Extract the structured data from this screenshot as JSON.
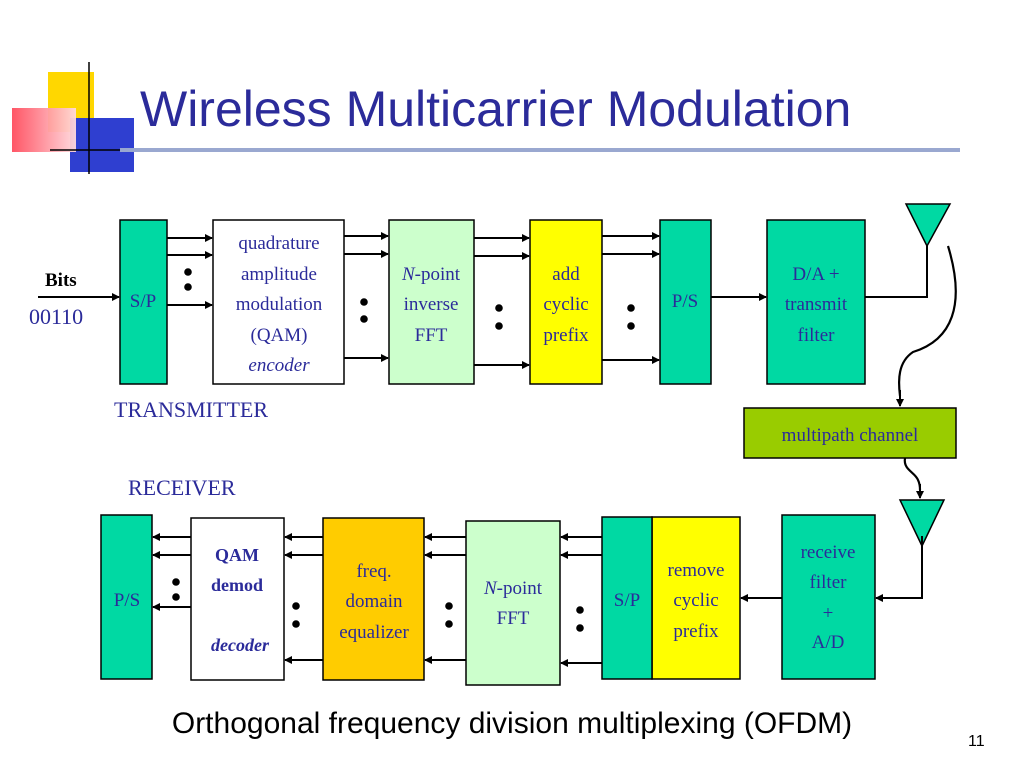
{
  "slide": {
    "title": "Wireless Multicarrier Modulation",
    "caption": "Orthogonal frequency division multiplexing (OFDM)",
    "page_number": "11"
  },
  "colors": {
    "title_blue": "#2b2b9a",
    "label_blue": "#2b2b9a",
    "teal": "#00d9a3",
    "light_green": "#ccffcc",
    "yellow": "#ffff00",
    "orange": "#ffcc00",
    "olive_green": "#99cc00"
  },
  "transmitter": {
    "section_label": "TRANSMITTER",
    "input_label": "Bits",
    "input_value": "00110",
    "sp": "S/P",
    "qam_lines": [
      "quadrature",
      "amplitude",
      "modulation",
      "(QAM)",
      "encoder"
    ],
    "ifft_italic": "N",
    "ifft_rest": "-point",
    "ifft_lines": [
      "inverse",
      "FFT"
    ],
    "cp_lines": [
      "add",
      "cyclic",
      "prefix"
    ],
    "ps": "P/S",
    "da_lines": [
      "D/A +",
      "transmit",
      "filter"
    ]
  },
  "channel": {
    "label": "multipath channel"
  },
  "receiver": {
    "section_label": "RECEIVER",
    "rx_lines": [
      "receive",
      "filter",
      "+",
      "A/D"
    ],
    "cp_lines": [
      "remove",
      "cyclic",
      "prefix"
    ],
    "sp": "S/P",
    "fft_italic": "N",
    "fft_rest": "-point",
    "fft_line2": "FFT",
    "eq_lines": [
      "freq.",
      "domain",
      "equalizer"
    ],
    "qam_lines": [
      "QAM",
      "demod",
      "decoder"
    ],
    "ps": "P/S"
  }
}
